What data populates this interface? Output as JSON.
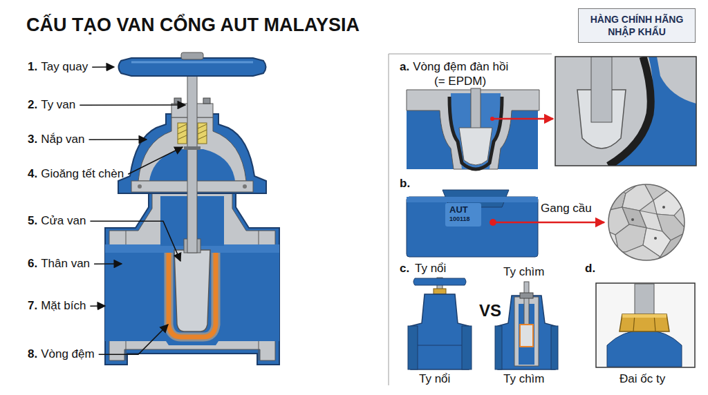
{
  "diagram": {
    "title": "CẤU TẠO VAN CỔNG AUT MALAYSIA",
    "nodes": [
      {
        "text": [
          "HÀNG CHÍNH HÃNG NHẬP KHẨU"
        ]
      }
    ],
    "labels": [
      "1.",
      "Tay quay",
      "2.",
      "Ty van",
      "3.",
      "Nắp van",
      "4.",
      "Gioăng tết chèn",
      "5.",
      "Cửa van",
      "6.",
      "Thân van",
      "7.",
      "Mặt bích",
      "8.",
      "Vòng đệm",
      "a.",
      "Vòng đệm đàn hồi",
      "(= EPDM)",
      "b.",
      "AUT",
      "100118",
      "Gang cầu",
      "c.",
      "Ty nổi",
      "VS",
      "Ty chìm",
      "Ty nổi",
      "Ty chìm",
      "d.",
      "Đai ốc ty"
    ]
  }
}
